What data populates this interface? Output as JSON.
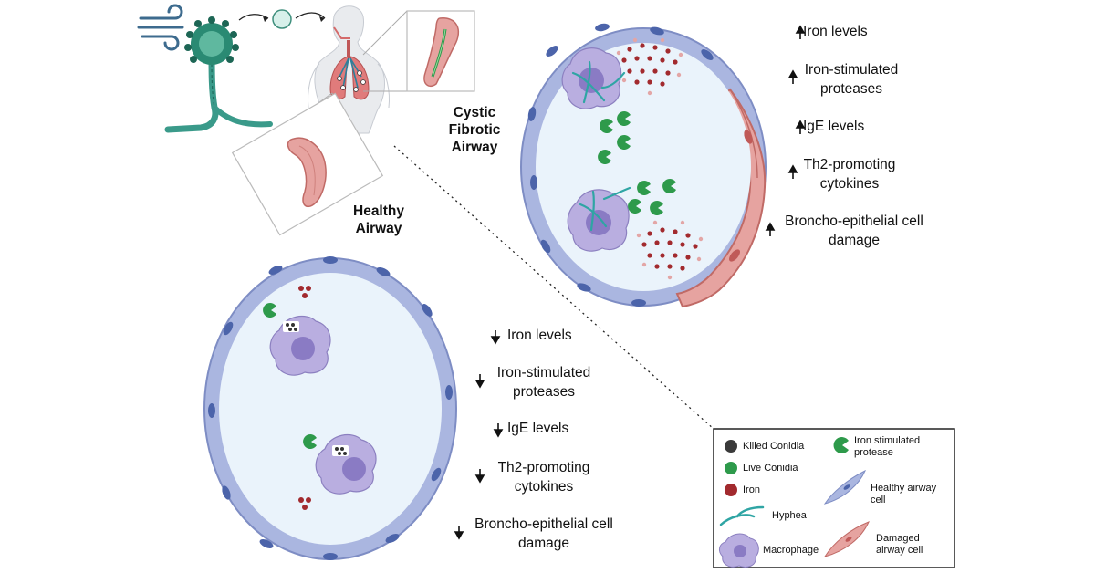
{
  "labels": {
    "cystic_fibrotic_airway": [
      "Cystic",
      "Fibrotic",
      "Airway"
    ],
    "healthy_airway": [
      "Healthy",
      "Airway"
    ]
  },
  "cf_effects": [
    {
      "arrow": "up",
      "lines": [
        "Iron levels"
      ]
    },
    {
      "arrow": "up",
      "lines": [
        "Iron-stimulated",
        "proteases"
      ]
    },
    {
      "arrow": "up",
      "lines": [
        "IgE levels"
      ]
    },
    {
      "arrow": "up",
      "lines": [
        "Th2-promoting",
        "cytokines"
      ]
    },
    {
      "arrow": "up",
      "lines": [
        "Broncho-epithelial cell",
        "damage"
      ]
    }
  ],
  "healthy_effects": [
    {
      "arrow": "down",
      "lines": [
        "Iron levels"
      ]
    },
    {
      "arrow": "down",
      "lines": [
        "Iron-stimulated",
        "proteases"
      ]
    },
    {
      "arrow": "down",
      "lines": [
        "IgE levels"
      ]
    },
    {
      "arrow": "down",
      "lines": [
        "Th2-promoting",
        "cytokines"
      ]
    },
    {
      "arrow": "down",
      "lines": [
        "Broncho-epithelial cell",
        "damage"
      ]
    }
  ],
  "legend": {
    "killed_conidia": "Killed Conidia",
    "live_conidia": "Live Conidia",
    "iron": "Iron",
    "hyphea": "Hyphea",
    "macrophage": "Macrophage",
    "iron_protease": [
      "Iron stimulated",
      "protease"
    ],
    "healthy_cell": [
      "Healthy airway",
      "cell"
    ],
    "damaged_cell": [
      "Damaged",
      "airway cell"
    ]
  },
  "colors": {
    "airway_blue": "#aab6e0",
    "airway_fill": "#eaf3fb",
    "nucleus_blue": "#4c64aa",
    "damaged_pink": "#e6a3a0",
    "macrophage": "#b9aee0",
    "conidia_green": "#2e9a4b",
    "iron_red": "#a22a2e",
    "hyphae_teal": "#2fa5a4"
  }
}
